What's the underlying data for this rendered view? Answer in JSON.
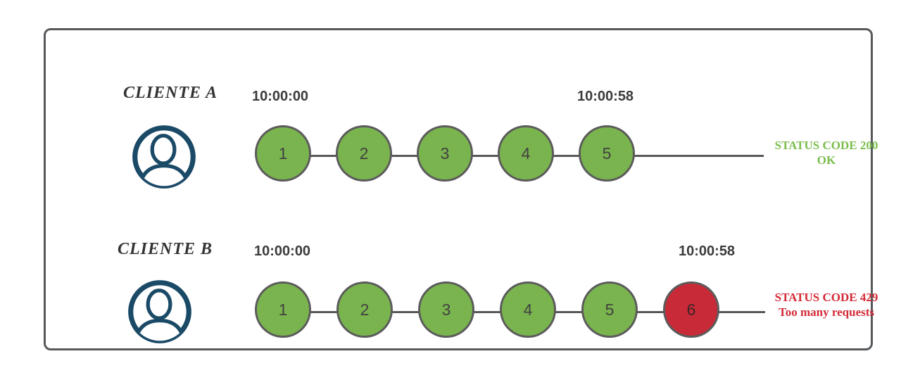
{
  "colors": {
    "green": "#7ab44e",
    "red": "#c82a37",
    "circle-border": "#5b5b5b",
    "line": "#585858",
    "navy": "#1b4a67",
    "text-dark": "#333333",
    "timestamp": "#3b3b3b",
    "status-green": "#7bbd4d",
    "status-red": "#d32b37",
    "frame-border": "#56595c"
  },
  "clients": [
    {
      "name": "CLIENTE A",
      "icon": "user-circle-icon",
      "start_time": "10:00:00",
      "end_time": "10:00:58",
      "requests": [
        {
          "label": "1",
          "state": "allowed"
        },
        {
          "label": "2",
          "state": "allowed"
        },
        {
          "label": "3",
          "state": "allowed"
        },
        {
          "label": "4",
          "state": "allowed"
        },
        {
          "label": "5",
          "state": "allowed"
        }
      ],
      "status": {
        "code_line": "STATUS CODE 200",
        "message_line": "OK"
      }
    },
    {
      "name": "CLIENTE B",
      "icon": "user-circle-icon",
      "start_time": "10:00:00",
      "end_time": "10:00:58",
      "requests": [
        {
          "label": "1",
          "state": "allowed"
        },
        {
          "label": "2",
          "state": "allowed"
        },
        {
          "label": "3",
          "state": "allowed"
        },
        {
          "label": "4",
          "state": "allowed"
        },
        {
          "label": "5",
          "state": "allowed"
        },
        {
          "label": "6",
          "state": "blocked"
        }
      ],
      "status": {
        "code_line": "STATUS CODE 429",
        "message_line": "Too many requests"
      }
    }
  ]
}
